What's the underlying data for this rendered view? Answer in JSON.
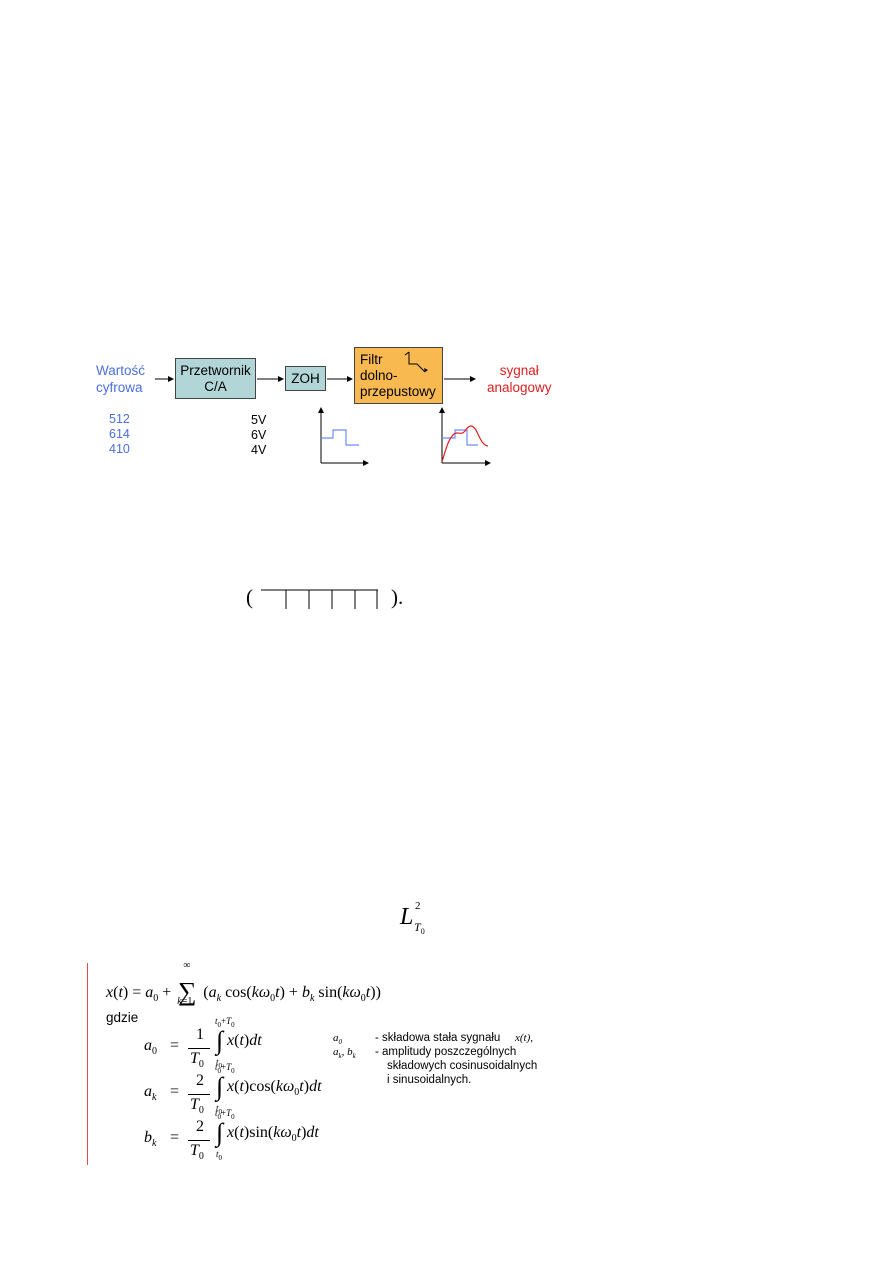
{
  "diagram": {
    "input_label_1": "Wartość",
    "input_label_2": "cyfrowa",
    "dac_label_1": "Przetwornik",
    "dac_label_2": "C/A",
    "zoh_label": "ZOH",
    "filter_label_1": "Filtr",
    "filter_label_2": "dolno-",
    "filter_label_3": "przepustowy",
    "output_label_1": "sygnał",
    "output_label_2": "analogowy",
    "digital_values": [
      "512",
      "614",
      "410"
    ],
    "voltages": [
      "5V",
      "6V",
      "4V"
    ],
    "colors": {
      "input": "#4a6fe0",
      "output": "#e02020",
      "dac_box": "#b2d6d8",
      "filter_box": "#f8b950",
      "step": "#6b8cff"
    }
  },
  "register": {
    "open": "(",
    "close": ")."
  },
  "space_symbol": {
    "base": "L",
    "sup": "2",
    "sub": "T",
    "subsub": "0"
  },
  "fourier": {
    "gdzie": "gdzie",
    "legend": {
      "a0_desc": "- składowa stała sygnału",
      "a0_arg": "x(t),",
      "akbk_desc": "- amplitudy poszczególnych",
      "line2": "składowych cosinusoidalnych",
      "line3": "i sinusoidalnych."
    }
  }
}
